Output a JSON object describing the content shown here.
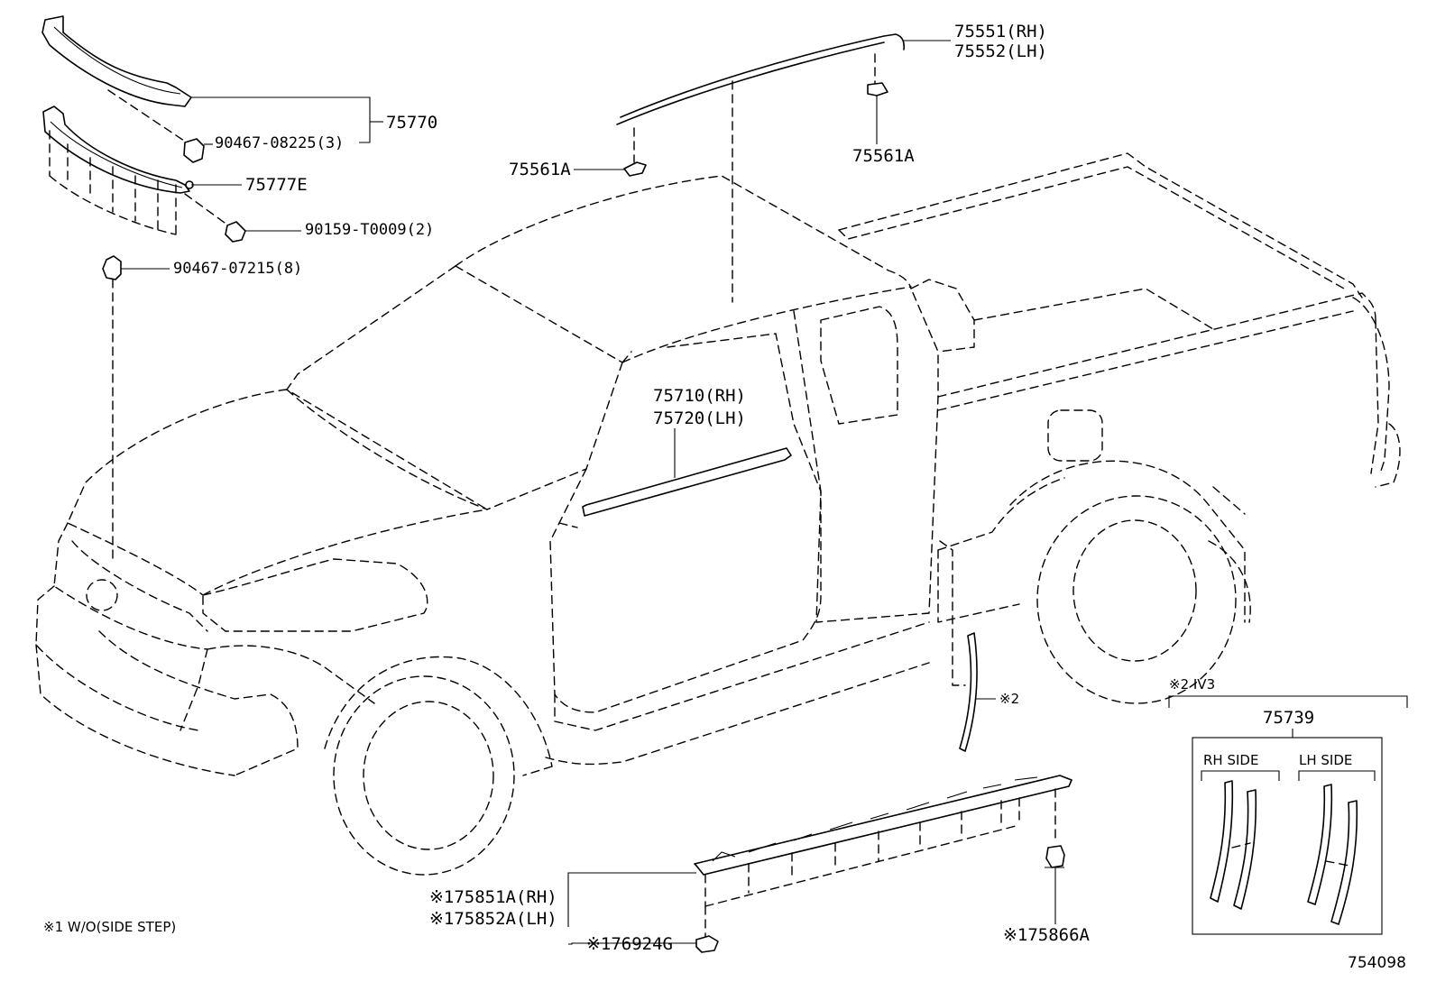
{
  "labels": {
    "p75770": "75770",
    "p90467_08225": "90467-08225(3)",
    "p75777E": "75777E",
    "p90159": "90159-T0009(2)",
    "p90467_07215": "90467-07215(8)",
    "p75551": "75551(RH)",
    "p75552": "75552(LH)",
    "p75561A_left": "75561A",
    "p75561A_right": "75561A",
    "p75710": "75710(RH)",
    "p75720": "75720(LH)",
    "note2_marker": "※2",
    "note2_header": "※2 IV3",
    "p75739": "75739",
    "rh_side": "RH SIDE",
    "lh_side": "LH SIDE",
    "p75851A": "※175851A(RH)",
    "p75852A": "※175852A(LH)",
    "p76924G": "※176924G",
    "p75866A": "※175866A",
    "footnote": "※1 W/O(SIDE STEP)",
    "figure_no": "754098"
  }
}
